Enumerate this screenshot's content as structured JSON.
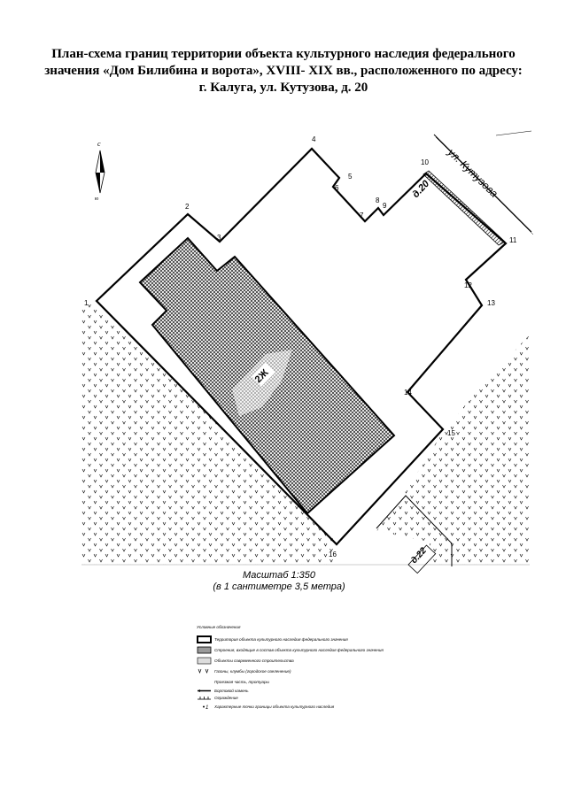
{
  "title": {
    "line1": "План-схема границ территории объекта культурного наследия федерального",
    "line2": "значения «Дом Билибина и ворота», XVIII- XIX вв., расположенного по адресу:",
    "line3": "г. Калуга, ул. Кутузова, д. 20"
  },
  "compass": {
    "north": "с",
    "south": "ю"
  },
  "street_label": "ул. Кутузова",
  "house_labels": {
    "main": "д.20",
    "neighbor": "д.22"
  },
  "building_label": "2Ж",
  "boundary_points": [
    "1",
    "2",
    "3",
    "4",
    "5",
    "6",
    "7",
    "8",
    "9",
    "10",
    "11",
    "12",
    "13",
    "14",
    "15",
    "16"
  ],
  "scale": {
    "line1": "Масштаб 1:350",
    "line2": "(в 1 сантиметре 3,5 метра)"
  },
  "legend": {
    "title": "Условные обозначения",
    "items": [
      {
        "symbol": "boundary",
        "label": "Территория объекта культурного наследия федерального значения"
      },
      {
        "symbol": "heritage-building",
        "label": "Строения, входящие в состав объекта культурного наследия федерального значения"
      },
      {
        "symbol": "modern-building",
        "label": "Объекты современного строительства"
      },
      {
        "symbol": "lawn",
        "label": "Газоны, клумбы (городское озеленение)"
      },
      {
        "symbol": "roadway",
        "label": "Проезжая часть, тротуары"
      },
      {
        "symbol": "curb",
        "label": "Бортовой камень"
      },
      {
        "symbol": "fence",
        "label": "Ограждение"
      },
      {
        "symbol": "point",
        "label": "Характерные точки границы объекта культурного наследия"
      }
    ]
  },
  "colors": {
    "ink": "#000000",
    "paper": "#ffffff",
    "hatch": "#1a1a1a"
  }
}
